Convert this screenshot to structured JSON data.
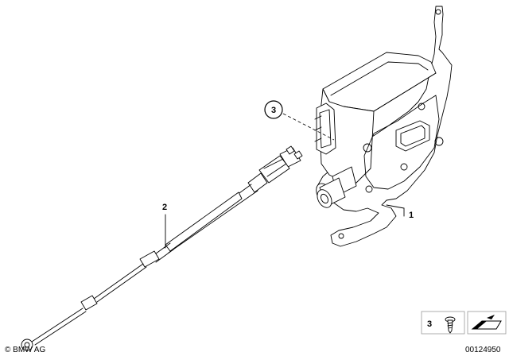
{
  "callouts": {
    "part1": "1",
    "part2": "2",
    "part3": "3"
  },
  "legend": {
    "item_number": "3"
  },
  "copyright": "© BMW AG",
  "diagram_number": "00124950"
}
